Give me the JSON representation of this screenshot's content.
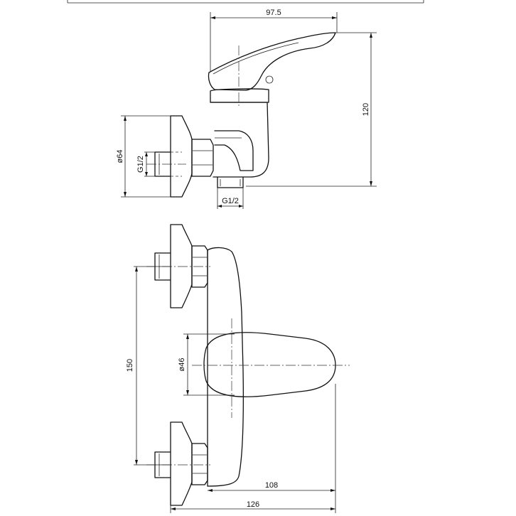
{
  "drawing": {
    "subject": "single-lever shower mixer, wall mounted",
    "side_view": {
      "dim_length": "97.5",
      "dim_height": "120",
      "dim_rosette": "ø64",
      "dim_thread_inlet": "G1/2",
      "dim_thread_outlet": "G1/2"
    },
    "front_view": {
      "dim_centers": "150",
      "dim_lever": "ø46",
      "dim_projection_body": "108",
      "dim_projection_total": "126"
    }
  },
  "colors": {
    "line": "#111111",
    "background": "#ffffff"
  }
}
